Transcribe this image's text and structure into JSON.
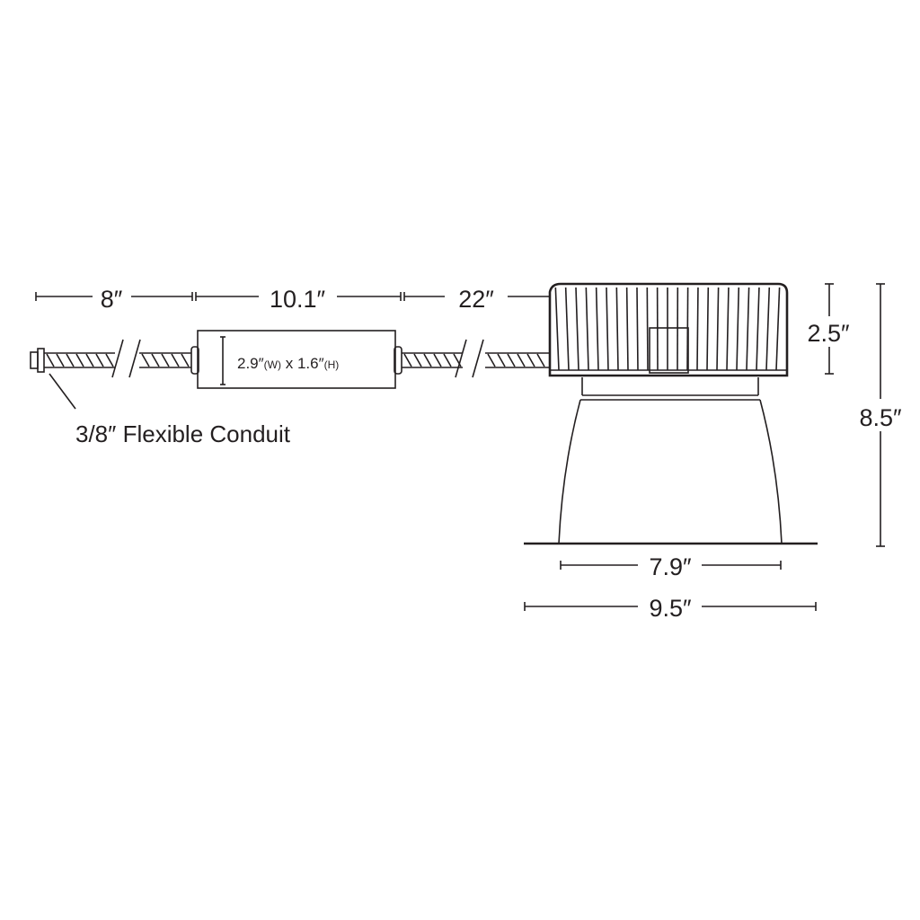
{
  "dimensions": {
    "conduit_end_segment": "8″",
    "box_segment": "10.1″",
    "conduit_to_fixture": "22″",
    "housing_height": "2.5″",
    "overall_height": "8.5″",
    "aperture_width": "7.9″",
    "flange_width": "9.5″"
  },
  "junction_box": {
    "width": "2.9″",
    "width_unit": "(W)",
    "separator": " x ",
    "height": "1.6″",
    "height_unit": "(H)"
  },
  "callout": "3/8″ Flexible Conduit",
  "colors": {
    "line": "#231f20",
    "background": "#ffffff"
  }
}
